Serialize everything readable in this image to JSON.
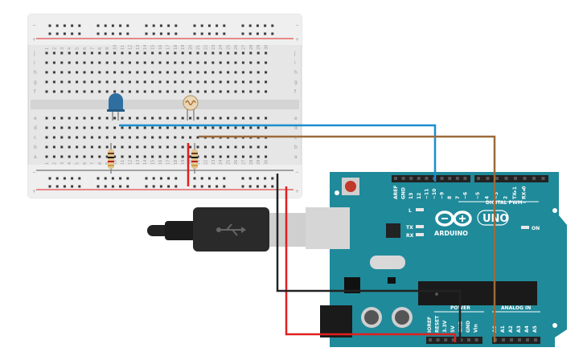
{
  "breadboard": {
    "row_letters_top": [
      "j",
      "i",
      "h",
      "g",
      "f"
    ],
    "row_letters_bottom": [
      "e",
      "d",
      "c",
      "b",
      "a"
    ],
    "column_numbers": [
      "1",
      "2",
      "3",
      "4",
      "5",
      "6",
      "7",
      "8",
      "9",
      "10",
      "11",
      "12",
      "13",
      "14",
      "15",
      "16",
      "17",
      "18",
      "19",
      "20",
      "21",
      "22",
      "23",
      "24",
      "25",
      "26",
      "27",
      "28",
      "29",
      "30"
    ],
    "rail_plus": "+",
    "rail_minus": "−"
  },
  "arduino": {
    "brand": "ARDUINO",
    "model": "UNO",
    "header_digital": "DIGITAL PWM~",
    "header_power": "POWER",
    "header_analog": "ANALOG IN",
    "on_label": "ON",
    "led_l": "L",
    "led_tx": "TX",
    "led_rx": "RX",
    "digital_pins": [
      "AREF",
      "GND",
      "13",
      "12",
      "~11",
      "~10",
      "~9",
      "8",
      "7",
      "~6",
      "~5",
      "4",
      "~3",
      "2",
      "TX▸1",
      "RX◂0"
    ],
    "power_pins": [
      "IOREF",
      "RESET",
      "3.3V",
      "5V",
      "GND",
      "GND",
      "Vin"
    ],
    "analog_pins": [
      "A0",
      "A1",
      "A2",
      "A3",
      "A4",
      "A5"
    ]
  },
  "colors": {
    "board_teal": "#1f8a9a",
    "wire_blue": "#1b8ecf",
    "wire_brown": "#9a6a3a",
    "wire_red": "#e02020",
    "wire_black": "#222222",
    "led_blue": "#2f6fa0"
  }
}
